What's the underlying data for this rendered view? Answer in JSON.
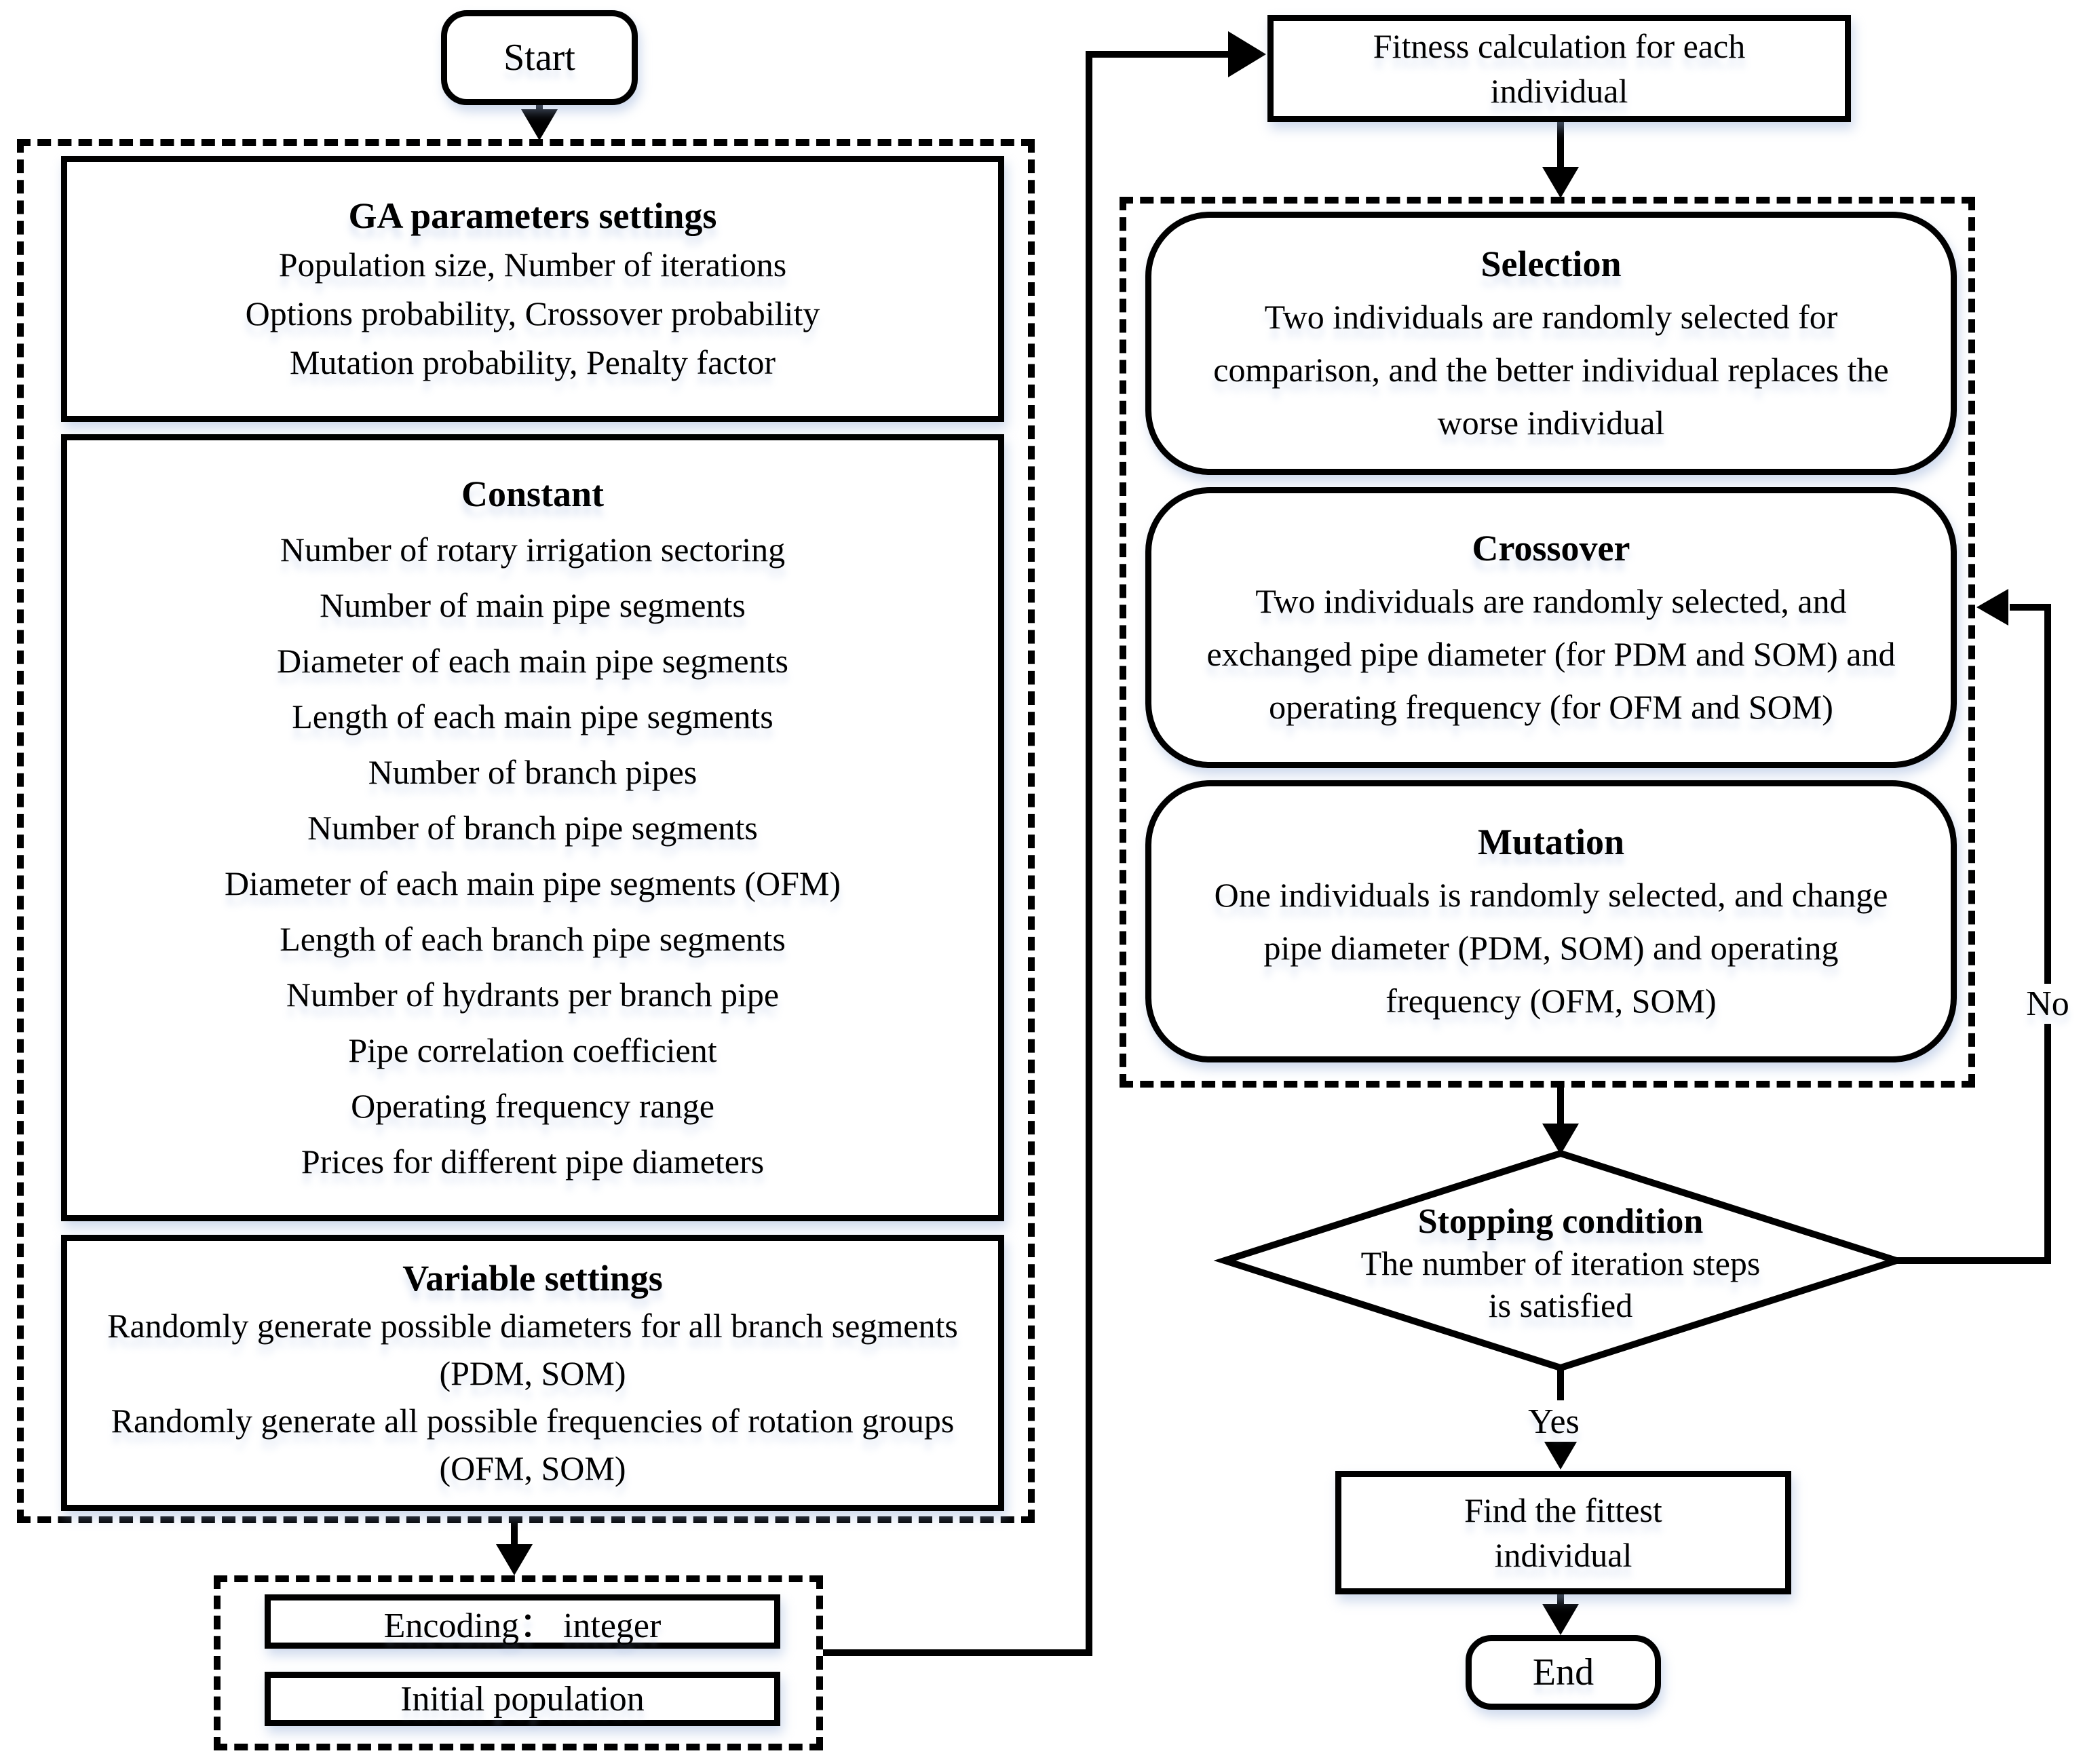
{
  "diagram_title": "Genetic algorithm flowchart",
  "colors": {
    "ink": "#000000",
    "background": "#ffffff",
    "glow": "#94acd6"
  },
  "nodes": {
    "start": {
      "label": "Start"
    },
    "ga_parameters": {
      "title": "GA parameters settings",
      "lines": [
        "Population size, Number of iterations",
        "Options probability, Crossover probability",
        "Mutation probability, Penalty factor"
      ]
    },
    "constant": {
      "title": "Constant",
      "lines": [
        "Number of rotary irrigation sectoring",
        "Number of main pipe segments",
        "Diameter of each main pipe segments",
        "Length of each main pipe segments",
        "Number of branch pipes",
        "Number of branch pipe segments",
        "Diameter of each main pipe segments (OFM)",
        "Length of each branch pipe segments",
        "Number of hydrants per branch pipe",
        "Pipe correlation coefficient",
        "Operating frequency range",
        "Prices for different pipe diameters"
      ]
    },
    "variable_settings": {
      "title": "Variable settings",
      "lines": [
        "Randomly generate possible diameters for all branch segments",
        "(PDM, SOM)",
        "Randomly generate all possible frequencies of rotation groups",
        "(OFM, SOM)"
      ]
    },
    "encoding": {
      "label": "Encoding： integer"
    },
    "initial_population": {
      "label": "Initial population"
    },
    "fitness": {
      "lines": [
        "Fitness calculation for each",
        "individual"
      ]
    },
    "selection": {
      "title": "Selection",
      "lines": [
        "Two individuals are randomly selected for",
        "comparison, and the better individual replaces the",
        "worse individual"
      ]
    },
    "crossover": {
      "title": "Crossover",
      "lines": [
        "Two individuals are randomly selected, and",
        "exchanged pipe diameter (for PDM and SOM) and",
        "operating frequency (for OFM and SOM)"
      ]
    },
    "mutation": {
      "title": "Mutation",
      "lines": [
        "One individuals is randomly selected, and change",
        "pipe diameter (PDM, SOM) and operating",
        "frequency (OFM, SOM)"
      ]
    },
    "stopping_condition": {
      "title": "Stopping condition",
      "lines": [
        "The number of iteration steps",
        "is satisfied"
      ]
    },
    "fittest": {
      "lines": [
        "Find the fittest",
        "individual"
      ]
    },
    "end": {
      "label": "End"
    }
  },
  "edge_labels": {
    "yes": "Yes",
    "no": "No"
  }
}
